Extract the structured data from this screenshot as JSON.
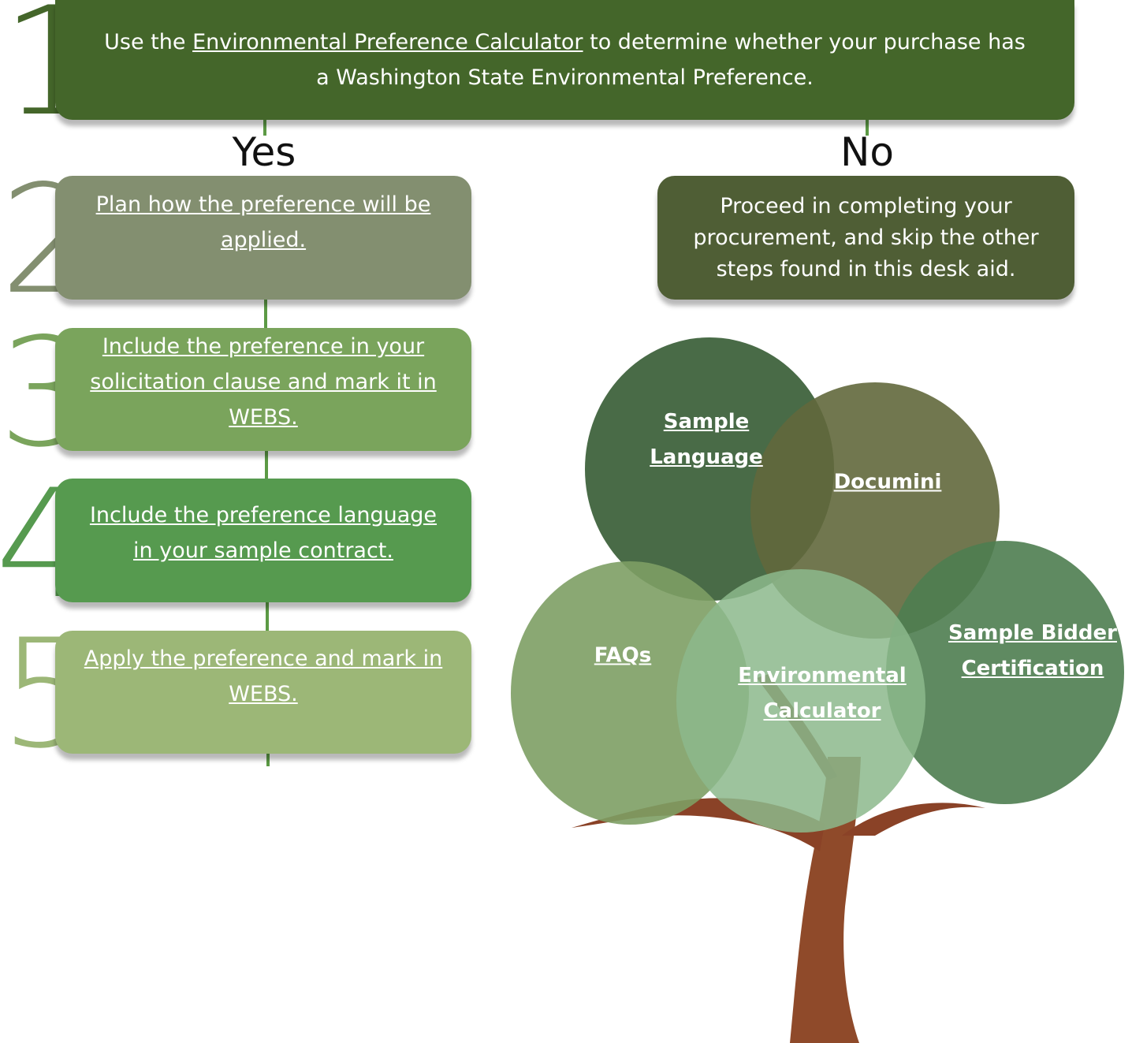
{
  "steps": {
    "s1": {
      "num": "1",
      "pre": "Use the ",
      "link": "Environmental Preference Calculator",
      "post": " to determine whether your purchase has a Washington State Environmental Preference."
    },
    "s2": {
      "num": "2",
      "text": "Plan how the preference will be applied."
    },
    "s3": {
      "num": "3",
      "text": "Include the preference in your solicitation clause and mark it in WEBS."
    },
    "s4": {
      "num": "4",
      "text": "Include the preference language in your sample contract."
    },
    "s5": {
      "num": "5",
      "text": "Apply the preference and mark in WEBS."
    }
  },
  "branches": {
    "yes": "Yes",
    "no": "No"
  },
  "no_box": {
    "text": "Proceed in completing your procurement, and skip the other steps found in this desk aid."
  },
  "tree": {
    "sample_language": [
      "Sample",
      "Language"
    ],
    "documini": "Documini",
    "faqs": "FAQs",
    "environmental_calculator": [
      "Environmental",
      "Calculator"
    ],
    "sample_bidder_certification": [
      "Sample Bidder",
      "Certification"
    ]
  },
  "colors": {
    "step1": "#44662a",
    "step2": "#838f70",
    "step3": "#7aa45c",
    "step4": "#569a4f",
    "step5": "#9cb777",
    "no_box": "#4f5e35",
    "connector": "#5c9a45",
    "trunk": "#8f4a2a"
  }
}
